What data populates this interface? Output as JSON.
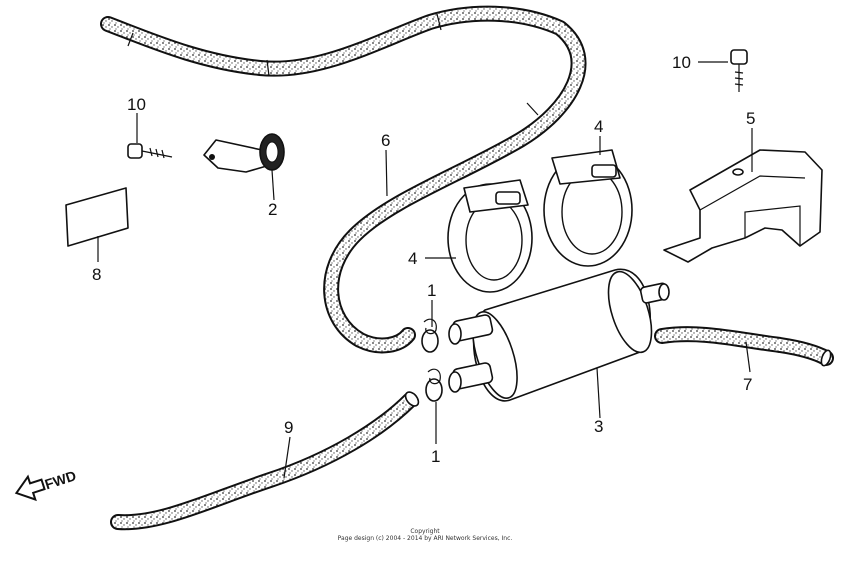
{
  "callouts": {
    "c1_top": "1",
    "c1_bottom": "1",
    "c2": "2",
    "c3": "3",
    "c4_left": "4",
    "c4_right": "4",
    "c5": "5",
    "c6": "6",
    "c7": "7",
    "c8": "8",
    "c9": "9",
    "c10_left": "10",
    "c10_right": "10"
  },
  "direction_label": "FWD",
  "copyright": {
    "line1": "Copyright",
    "line2": "Page design (c) 2004 - 2014 by ARI Network Services, Inc."
  },
  "colors": {
    "ink": "#111111",
    "hose_texture": "#555555",
    "background": "#ffffff"
  }
}
